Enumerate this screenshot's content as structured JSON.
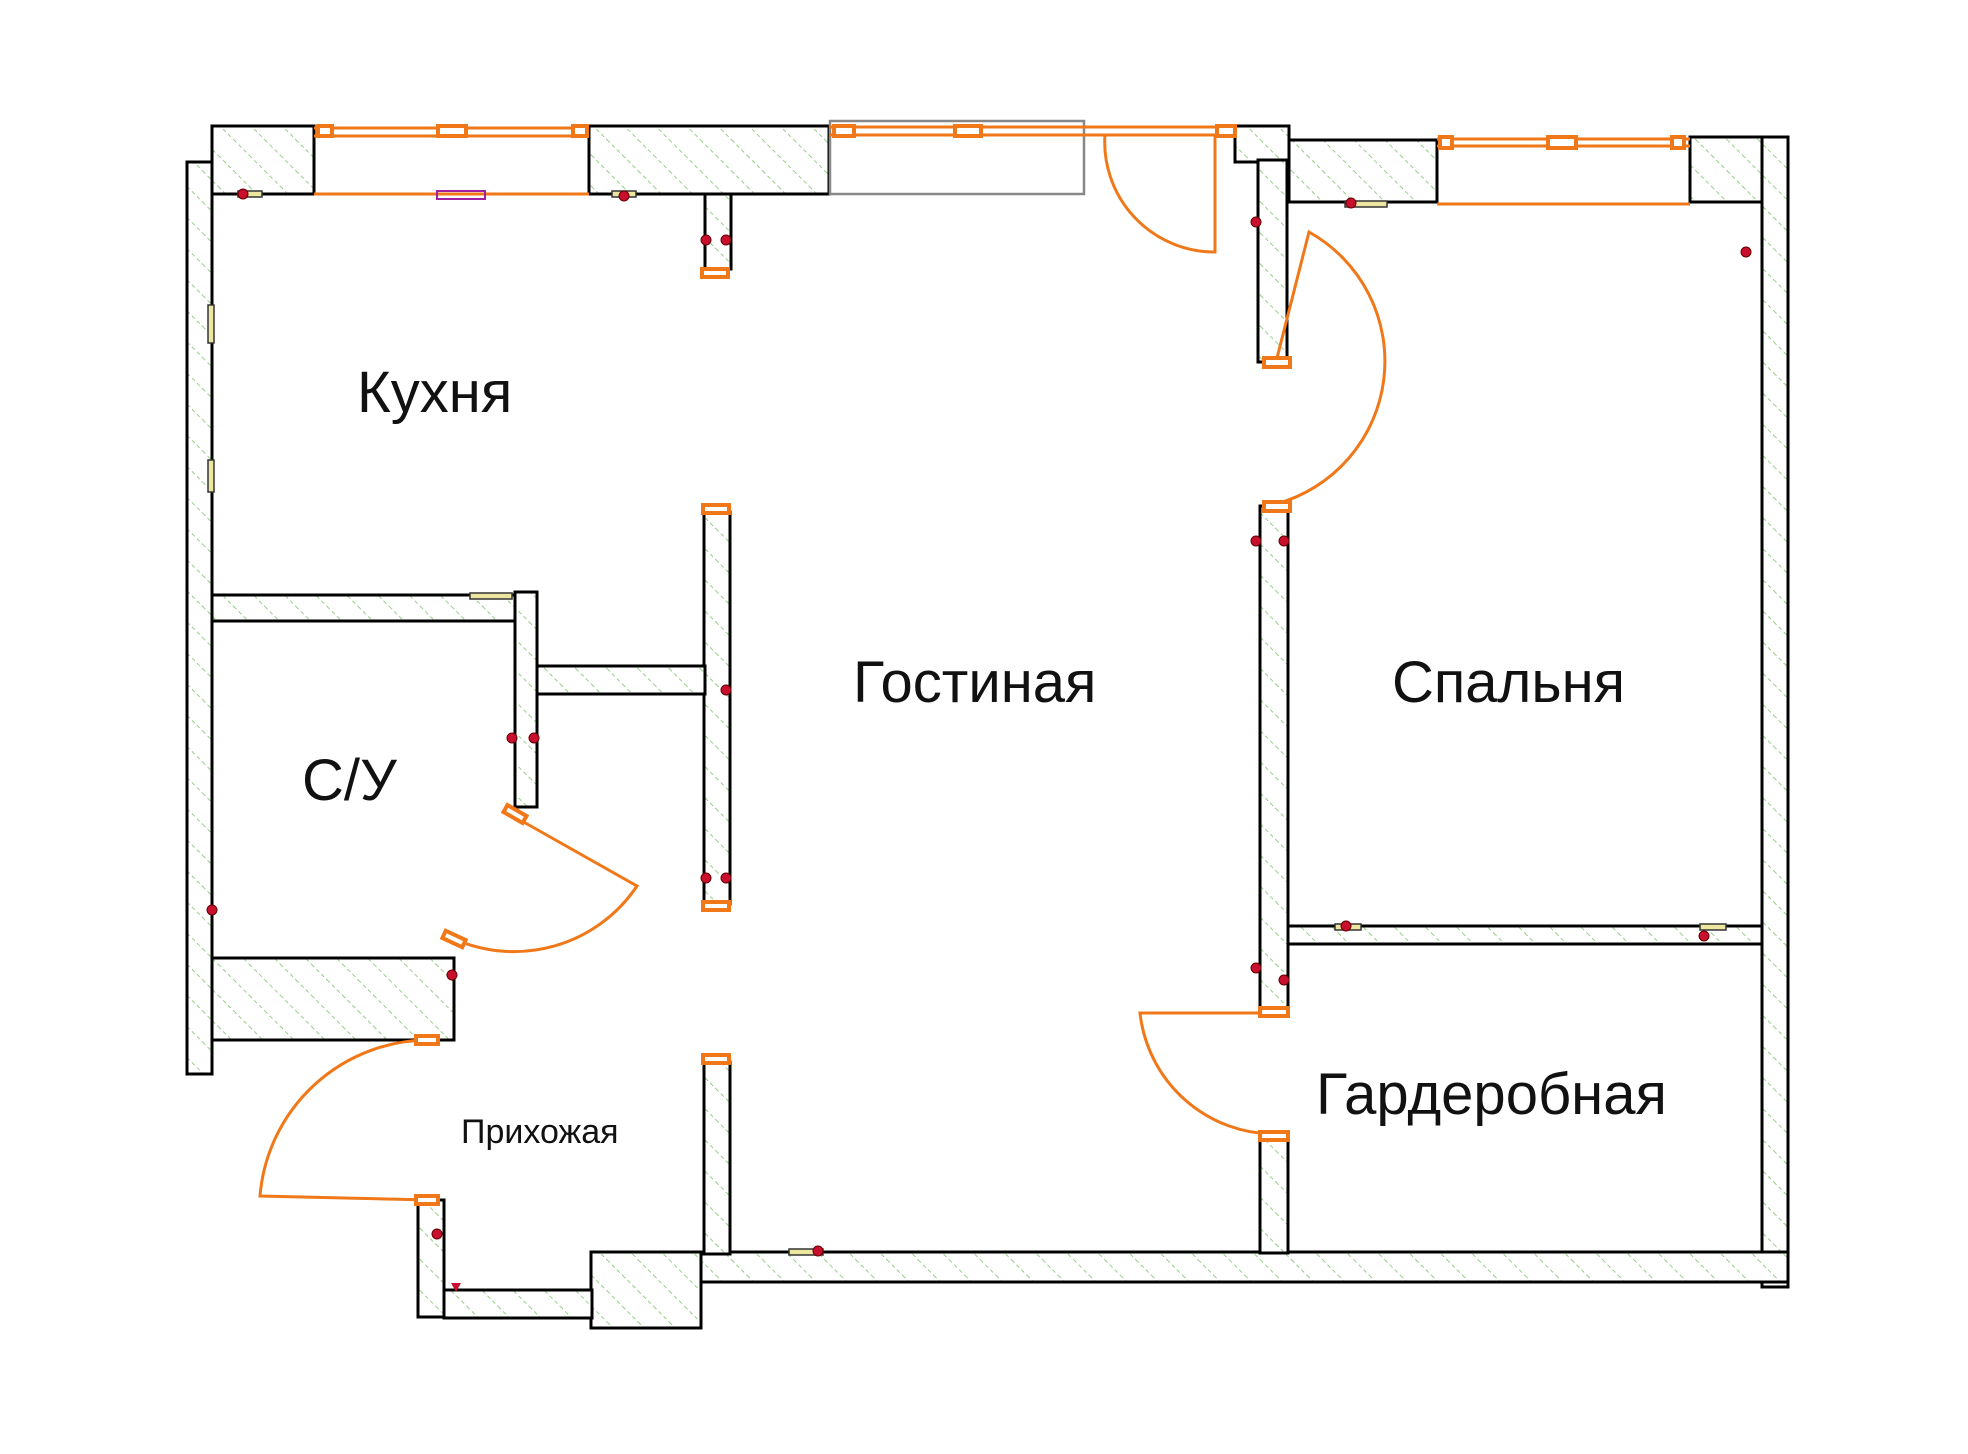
{
  "rooms": {
    "kitchen": "Кухня",
    "living": "Гостиная",
    "bedroom": "Спальня",
    "bathroom": "С/У",
    "wardrobe": "Гардеробная",
    "hallway": "Прихожая"
  }
}
